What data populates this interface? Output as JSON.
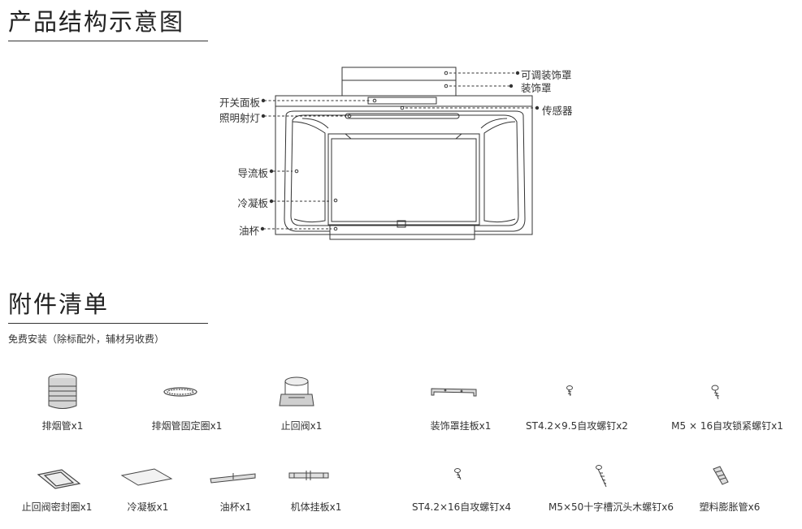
{
  "structure": {
    "title": "产品结构示意图",
    "callouts": {
      "adjustable_cover": "可调装饰罩",
      "decor_cover": "装饰罩",
      "switch_panel": "开关面板",
      "light": "照明射灯",
      "sensor": "传感器",
      "deflector": "导流板",
      "condenser": "冷凝板",
      "oil_cup": "油杯"
    }
  },
  "accessories": {
    "title": "附件清单",
    "note": "免费安装（除标配外，辅材另收费）",
    "items": [
      {
        "label": "排烟管x1"
      },
      {
        "label": "排烟管固定圈x1"
      },
      {
        "label": "止回阀x1"
      },
      {
        "label": "装饰罩挂板x1"
      },
      {
        "label": "ST4.2×9.5自攻螺钉x2"
      },
      {
        "label": "M5 × 16自攻锁紧螺钉x1"
      },
      {
        "label": "止回阀密封圈x1"
      },
      {
        "label": "冷凝板x1"
      },
      {
        "label": "油杯x1"
      },
      {
        "label": "机体挂板x1"
      },
      {
        "label": "ST4.2×16自攻螺钉x4"
      },
      {
        "label": "M5×50十字槽沉头木螺钉x6"
      },
      {
        "label": "塑料膨胀管x6"
      }
    ]
  }
}
